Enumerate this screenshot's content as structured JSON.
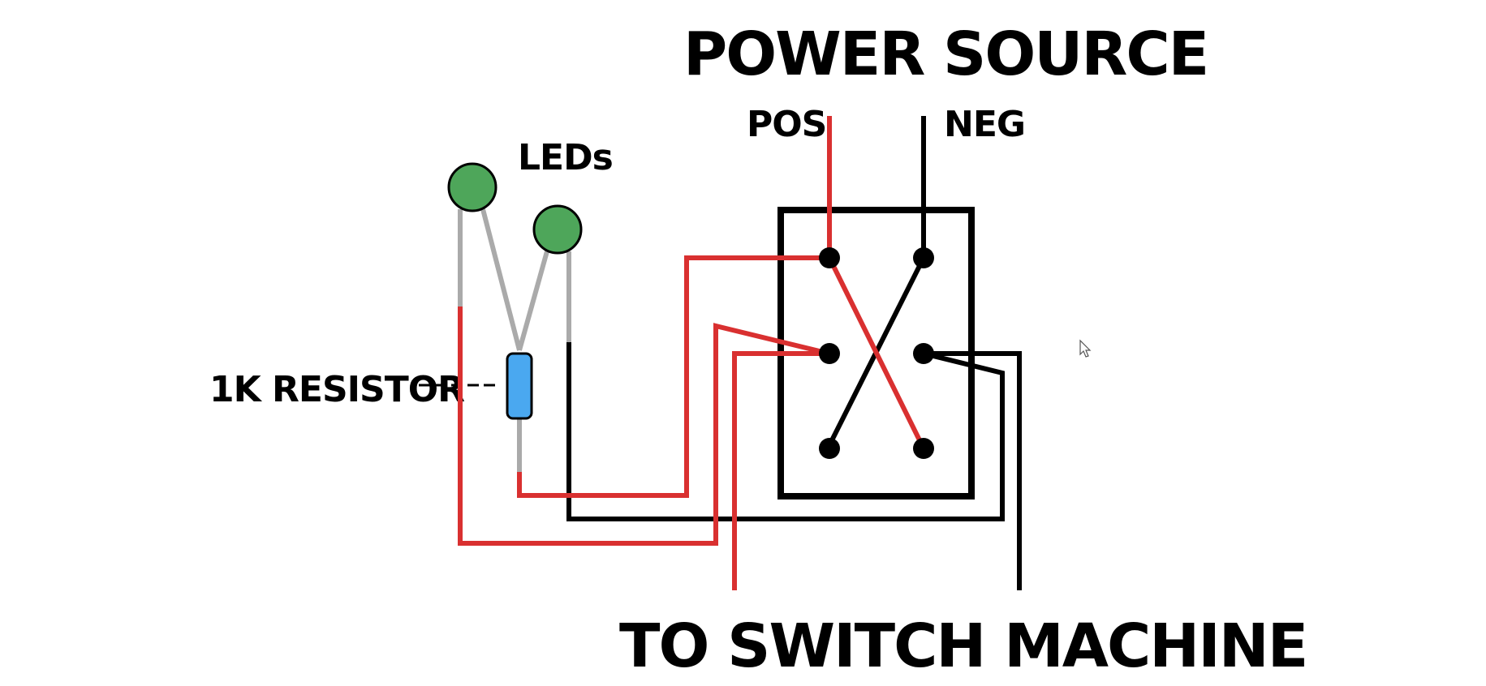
{
  "labels": {
    "power_source": "POWER SOURCE",
    "pos": "POS",
    "neg": "NEG",
    "leds": "LEDs",
    "resistor": "1K RESISTOR",
    "to_switch_machine": "TO SWITCH MACHINE"
  },
  "colors": {
    "positive_wire": "#d93030",
    "negative_wire": "#000000",
    "led_lead": "#aaaaaa",
    "led": "#4ea65a",
    "resistor": "#4aa8f0",
    "switch_body": "#000000",
    "background": "#ffffff"
  },
  "icons": {
    "cursor": "mouse-pointer-icon"
  }
}
